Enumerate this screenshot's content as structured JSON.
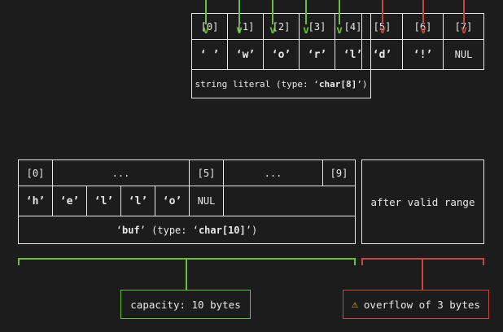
{
  "colors": {
    "background": "#1c1c1c",
    "line": "#e8e8e8",
    "green": "#6abe3c",
    "red": "#c64545",
    "warning_yellow": "#e8b73a"
  },
  "glyphs": {
    "arrowhead": "v",
    "warning": "⚠"
  },
  "string_literal": {
    "cells_left": {
      "indices": [
        "[0]",
        "[1]",
        "[2]",
        "[3]",
        "[4]"
      ],
      "values": [
        "‘ ’",
        "‘w’",
        "‘o’",
        "‘r’",
        "‘l’"
      ]
    },
    "cells_right": {
      "indices": [
        "[5]",
        "[6]",
        "[7]"
      ],
      "values": [
        "‘d’",
        "‘!’",
        "NUL"
      ]
    },
    "caption": {
      "pre": "string literal (type: ‘",
      "bold": "char[8]",
      "post": "’)"
    }
  },
  "buf": {
    "indices": [
      "[0]",
      "...",
      "[5]",
      "...",
      "[9]"
    ],
    "values": [
      "‘h’",
      "‘e’",
      "‘l’",
      "‘l’",
      "‘o’",
      "NUL"
    ],
    "caption": {
      "q1": "‘",
      "bold1": "buf",
      "mid": "’ (type: ‘",
      "bold2": "char[10]",
      "post": "’)"
    }
  },
  "after_valid_range": {
    "label": "after valid range"
  },
  "capacity": {
    "label": "capacity: 10 bytes"
  },
  "overflow": {
    "label": "overflow of 3 bytes"
  }
}
